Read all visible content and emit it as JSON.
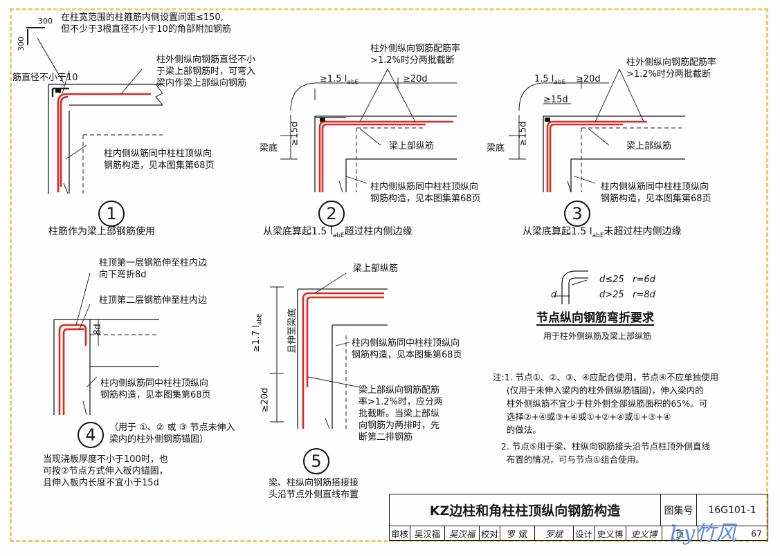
{
  "node1": {
    "dim_300_h": "300",
    "dim_300_v": "300",
    "note_top": "在柱宽范围的柱箍筋内侧设置间距≤150,\n但不少于3根直径不小于10的角部附加钢筋",
    "note_dia": "筋直径不小于10",
    "note_outer": "柱外侧纵向钢筋直径不小\n于梁上部钢筋时，可弯入\n梁内作梁上部纵向钢筋",
    "note_inner": "柱内侧纵筋同中柱柱顶纵向\n钢筋构造，见本图集第68页",
    "number": "1",
    "caption": "柱筋作为梁上部钢筋使用"
  },
  "node2": {
    "note_rate": "柱外侧纵向钢筋配筋率\n>1.2%时分两批截断",
    "dim_a": "≥1.5 l",
    "dim_a_sub": "abE",
    "dim_b": "≥20d",
    "dim_15d": "≥15d",
    "beam_bottom": "梁底",
    "beam_top": "梁上部纵筋",
    "note_inner": "柱内侧纵筋同中柱柱顶纵向\n钢筋构造，见本图集第68页",
    "number": "2",
    "caption": "从梁底算起1.5 l",
    "caption_sub": "abE",
    "caption_tail": "超过柱内侧边缘"
  },
  "node3": {
    "note_rate": "柱外侧纵向钢筋配筋率\n>1.2%时分两批截断",
    "dim_a": "1.5 l",
    "dim_a_sub": "abE",
    "dim_b": "≥20d",
    "dim_c": "≥15d",
    "dim_15d": "≥15d",
    "beam_bottom": "梁底",
    "beam_top": "梁上部纵筋",
    "note_inner": "柱内侧纵筋同中柱柱顶纵向\n钢筋构造，见本图集第68页",
    "number": "3",
    "caption": "从梁底算起1.5 l",
    "caption_sub": "abE",
    "caption_tail": "未超过柱内侧边缘"
  },
  "node4": {
    "note_layer1": "柱顶第一层钢筋伸至柱内边\n向下弯折8d",
    "note_layer2": "柱顶第二层钢筋伸至柱内边",
    "dim_8d": "8d",
    "note_inner": "柱内侧纵筋同中柱柱顶纵向\n钢筋构造，见本图集第68页",
    "number": "4",
    "note_use": "（用于 ①、② 或 ③ 节点未伸入\n梁内的柱外侧钢筋锚固）",
    "note_slab": "当现浇板厚度不小于100时，也\n可按②节点方式伸入板内锚固，\n且伸入板内长度不宜小于15d"
  },
  "node5": {
    "beam_top": "梁上部纵筋",
    "dim_17": "≥1.7 l",
    "dim_17_sub": "abE",
    "dim_17_note": "且伸至梁底",
    "dim_20d": "≥20d",
    "note_inner": "柱内侧纵筋同中柱柱顶纵向\n钢筋构造，见本图集第68页",
    "note_rate": "梁上部纵向钢筋配筋\n率>1.2%时，应分两\n批截断。当梁上部纵\n向钢筋为两排时，先\n断第二排钢筋",
    "number": "5",
    "caption": "梁、柱纵向钢筋搭接接\n头沿节点外侧直线布置"
  },
  "bend": {
    "d_label": "d",
    "rule1": "d≤25   r=6d",
    "rule2": "d>25   r=8d",
    "title": "节点纵向钢筋弯折要求",
    "subtitle": "用于柱外侧纵筋及梁上部纵筋"
  },
  "notes": {
    "n1": "注:1. 节点①、②、③、④应配合使用，节点④不应单独使用\n     (仅用于未伸入梁内的柱外侧纵筋锚固)，伸入梁内的\n     柱外侧纵筋不宜少于柱外侧全部纵筋面积的65%。可\n     选择②+④或③+④或①+②+④或①+③+④\n     的做法。",
    "n2": "   2. 节点⑤用于梁、柱纵向钢筋接头沿节点柱顶外侧直线\n     布置的情况，可与节点①组合使用。"
  },
  "title_block": {
    "title": "KZ边柱和角柱柱顶纵向钢筋构造",
    "atlas_label": "图集号",
    "atlas_no": "16G101-1",
    "review": "审核",
    "reviewer": "吴汉福",
    "reviewer_sign": "吴汉福",
    "check": "校对",
    "checker": "罗 斌",
    "checker_sign": "罗斌",
    "design": "设计",
    "designer": "史义博",
    "designer_sign": "史义博",
    "page_label": "页",
    "page": "67"
  },
  "watermark": "by竹风",
  "colors": {
    "rebar_red": "#e0261f",
    "line": "#1a1a1a",
    "frame_dash": "#e8d060"
  }
}
